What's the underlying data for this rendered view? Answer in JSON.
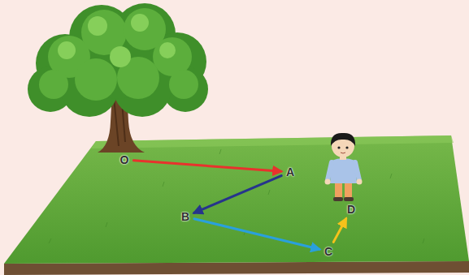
{
  "diagram": {
    "nodes": [
      {
        "text": [
          "O"
        ]
      },
      {
        "text": [
          "A"
        ]
      },
      {
        "text": [
          "B"
        ]
      },
      {
        "text": [
          "C"
        ]
      },
      {
        "text": [
          "D"
        ]
      }
    ],
    "edges": [
      {
        "from": 0,
        "to": 1,
        "arrow": "to"
      },
      {
        "from": 1,
        "to": 2,
        "arrow": "to"
      },
      {
        "from": 2,
        "to": 3,
        "arrow": "to"
      },
      {
        "from": 3,
        "to": 4,
        "arrow": "to"
      }
    ]
  }
}
